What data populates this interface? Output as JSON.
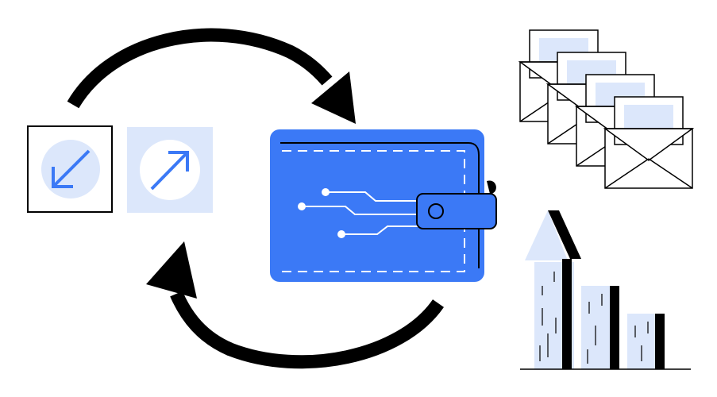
{
  "illustration": {
    "colors": {
      "ink": "#000000",
      "accent_blue": "#3b79f6",
      "light_blue": "#dce7fb",
      "background": "#ffffff"
    },
    "cycle_arrows": [
      "top-clockwise-arrow-icon",
      "bottom-clockwise-arrow-icon"
    ],
    "exchange_tiles": [
      "receive-arrow-icon",
      "send-arrow-icon"
    ],
    "wallet": {
      "icon": "digital-wallet-icon",
      "circuit_traces": 3
    },
    "envelopes": {
      "icon": "open-envelope-icon",
      "count": 4
    },
    "growth_chart": {
      "icon": "bar-chart-up-arrow-icon",
      "bars": 3
    }
  }
}
